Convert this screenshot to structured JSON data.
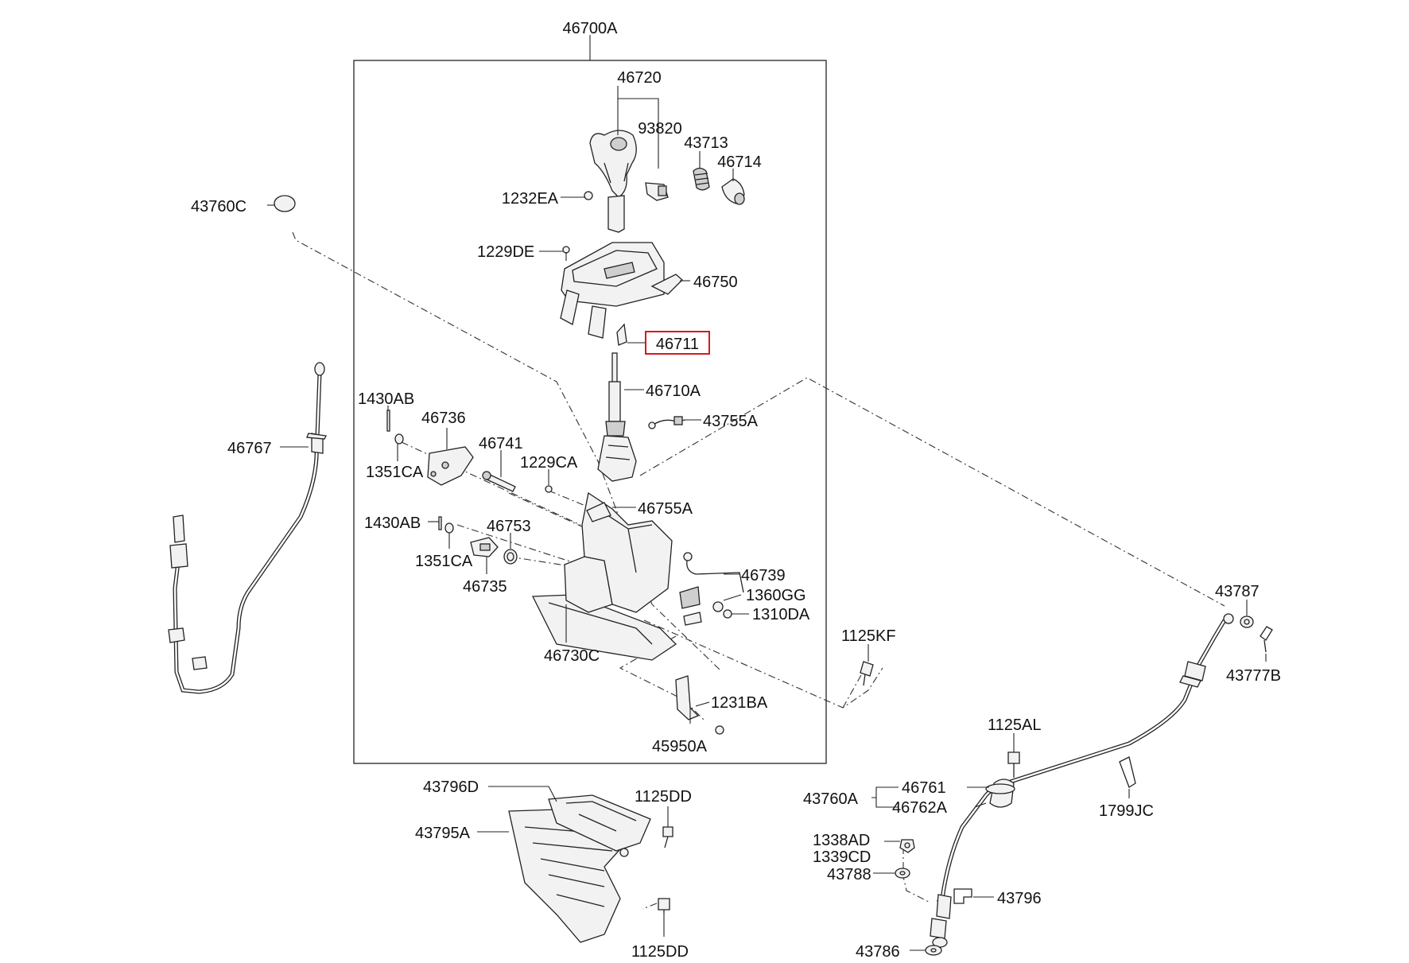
{
  "diagram": {
    "assembly_label": "46700A",
    "labels": {
      "p46720": "46720",
      "p93820": "93820",
      "p43713": "43713",
      "p46714": "46714",
      "p1232EA": "1232EA",
      "p43760C": "43760C",
      "p1229DE": "1229DE",
      "p46750": "46750",
      "p46711": "46711",
      "p46710A": "46710A",
      "p43755A": "43755A",
      "p1430AB_a": "1430AB",
      "p46736": "46736",
      "p46741": "46741",
      "p1229CA": "1229CA",
      "p1351CA_a": "1351CA",
      "p46755A": "46755A",
      "p1430AB_b": "1430AB",
      "p46753": "46753",
      "p1351CA_b": "1351CA",
      "p46735": "46735",
      "p46739": "46739",
      "p1360GG": "1360GG",
      "p1310DA": "1310DA",
      "p46730C": "46730C",
      "p1231BA": "1231BA",
      "p45950A": "45950A",
      "p1125KF": "1125KF",
      "p46767": "46767",
      "p43787": "43787",
      "p43777B": "43777B",
      "p1125AL": "1125AL",
      "p43760A": "43760A",
      "p46761": "46761",
      "p46762A": "46762A",
      "p1799JC": "1799JC",
      "p1338AD": "1338AD",
      "p1339CD": "1339CD",
      "p43788": "43788",
      "p43796": "43796",
      "p43786": "43786",
      "p43796D": "43796D",
      "p43795A": "43795A",
      "p1125DD_a": "1125DD",
      "p1125DD_b": "1125DD"
    },
    "highlighted_part": "46711",
    "colors": {
      "highlight": "#d40000",
      "line": "#222222",
      "background": "#ffffff"
    }
  }
}
